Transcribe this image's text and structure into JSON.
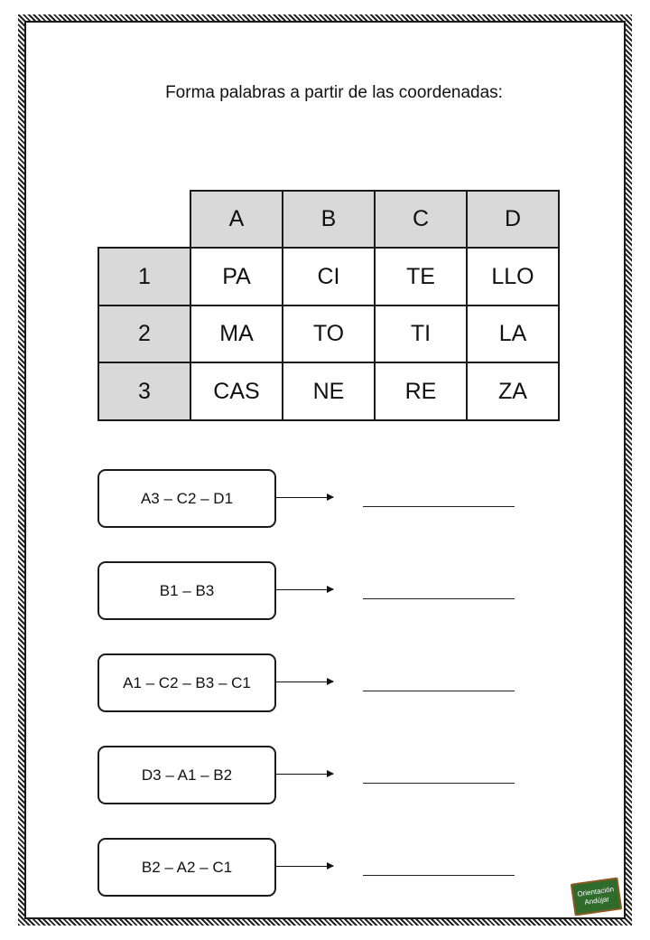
{
  "title": "Forma palabras a partir de las coordenadas:",
  "table": {
    "columns": [
      "A",
      "B",
      "C",
      "D"
    ],
    "rows": [
      {
        "label": "1",
        "cells": [
          "PA",
          "CI",
          "TE",
          "LLO"
        ]
      },
      {
        "label": "2",
        "cells": [
          "MA",
          "TO",
          "TI",
          "LA"
        ]
      },
      {
        "label": "3",
        "cells": [
          "CAS",
          "NE",
          "RE",
          "ZA"
        ]
      }
    ]
  },
  "exercises": [
    {
      "coords": "A3 – C2 – D1"
    },
    {
      "coords": "B1 – B3"
    },
    {
      "coords": "A1 – C2 – B3 – C1"
    },
    {
      "coords": "D3 – A1 – B2"
    },
    {
      "coords": "B2 – A2 – C1"
    }
  ],
  "logo": {
    "line1": "Orientación",
    "line2": "Andújar"
  },
  "colors": {
    "header_fill": "#d9d9d9",
    "logo_board": "#2f6b2a"
  }
}
